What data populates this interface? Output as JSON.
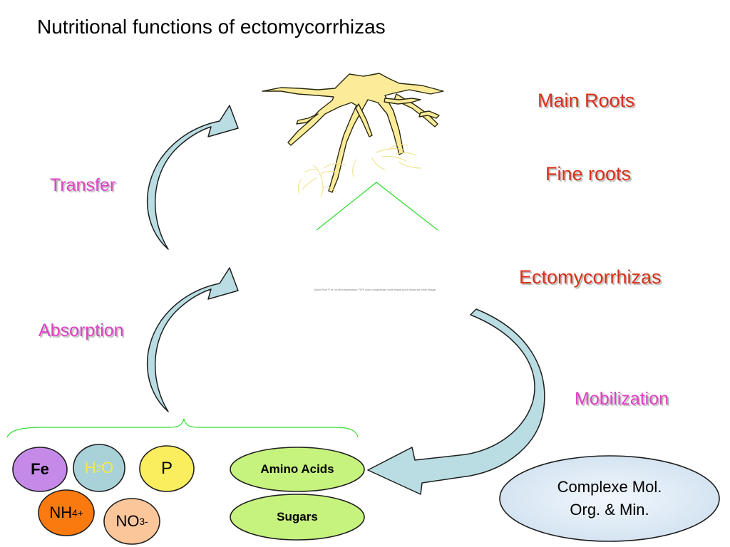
{
  "title": "Nutritional functions of ectomycorrhizas",
  "labels": {
    "main_roots": "Main Roots",
    "fine_roots": "Fine roots",
    "ectomycorrhizas": "Ectomycorrhizas",
    "transfer": "Transfer",
    "absorption": "Absorption",
    "mobilization": "Mobilization"
  },
  "placeholder_note": "QuickTime™ et un décompresseur TIFF (non compressé) sont requis pour visionner cette image.",
  "nutrients": {
    "fe": "Fe",
    "h2o": {
      "h": "H",
      "sub": "2",
      "o": "O"
    },
    "p": "P",
    "nh4": {
      "base": "NH",
      "sub": "4",
      "sup": "+"
    },
    "no3": {
      "base": "NO",
      "sup": "3-"
    }
  },
  "organics": {
    "amino_acids": "Amino Acids",
    "sugars": "Sugars"
  },
  "complex": {
    "line1": "Complexe Mol.",
    "line2": "Org. & Min."
  },
  "colors": {
    "arrow_fill": "#b9dde2",
    "root_fill": "#fcec9a",
    "fe": "#c58ae8",
    "h2o": "#a9d2d8",
    "p": "#fbee5e",
    "nh4": "#fb7a10",
    "no3": "#fbc69a",
    "amino_sugar": "#c6f27e",
    "complex": "#dbe8f4"
  }
}
